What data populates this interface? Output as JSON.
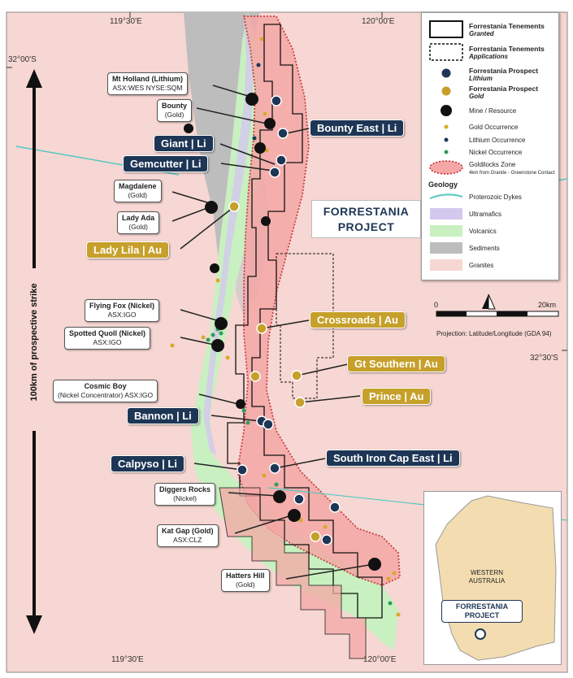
{
  "coordinates": {
    "lon_top_left": "119°30'E",
    "lon_top_right": "120°00'E",
    "lon_bottom_left": "119°30'E",
    "lon_bottom_right": "120°00'E",
    "lat_top": "32°00'S",
    "lat_mid": "32°30'S"
  },
  "strike": "100km of prospective strike",
  "project_title": [
    "FORRESTANIA",
    "PROJECT"
  ],
  "legend": {
    "tenements_granted": "Forrestania Tenements",
    "granted": "Granted",
    "tenements_applications": "Forrestania Tenements",
    "applications": "Applications",
    "prospect_lithium": "Forrestania Prospect",
    "lithium": "Lithium",
    "prospect_gold": "Forrestania Prospect",
    "gold": "Gold",
    "mine_resource": "Mine / Resource",
    "gold_occurrence": "Gold Occurrence",
    "lithium_occurrence": "Lithium Occurrence",
    "nickel_occurrence": "Nickel Occurrence",
    "goldilocks_zone": "Goldilocks Zone",
    "goldilocks_note": "4km from Granite - Greenstone Contact",
    "geology": "Geology",
    "proterozoic_dykes": "Proterozoic Dykes",
    "ultramafics": "Ultramafics",
    "volcanics": "Volcanics",
    "sediments": "Sediments",
    "granites": "Granites"
  },
  "colors": {
    "granite": "#f7d7d3",
    "sediment": "#bdbdbd",
    "volcanic": "#c8f0c0",
    "ultramafic": "#d3c8ee",
    "tenement": "#f4a7a6",
    "lithium_tag": "#1e3655",
    "gold_tag": "#c6a02a",
    "goldilocks_line": "#c0262a",
    "dyke": "#54c7c2"
  },
  "scale": {
    "start": "0",
    "end": "20km",
    "projection": "Projection: Latitude/Longitude (GDA 94)"
  },
  "labels": {
    "mt_holland": {
      "title": "Mt Holland (Lithium)",
      "sub": "ASX:WES NYSE:SQM"
    },
    "bounty": {
      "title": "Bounty",
      "sub": "(Gold)"
    },
    "magdalene": {
      "title": "Magdalene",
      "sub": "(Gold)"
    },
    "lady_ada": {
      "title": "Lady Ada",
      "sub": "(Gold)"
    },
    "flying_fox": {
      "title": "Flying Fox (Nickel)",
      "sub": "ASX:IGO"
    },
    "spotted_quoll": {
      "title": "Spotted Quoll (Nickel)",
      "sub": "ASX:IGO"
    },
    "cosmic_boy": {
      "title": "Cosmic Boy",
      "sub": "(Nickel Concentrator) ASX:IGO"
    },
    "diggers_rocks": {
      "title": "Diggers Rocks",
      "sub": "(Nickel)"
    },
    "kat_gap": {
      "title": "Kat Gap (Gold)",
      "sub": "ASX:CLZ"
    },
    "hatters_hill": {
      "title": "Hatters Hill",
      "sub": "(Gold)"
    }
  },
  "tags": {
    "bounty_east": "Bounty East | Li",
    "giant": "Giant | Li",
    "gemcutter": "Gemcutter | Li",
    "lady_lila": "Lady Lila | Au",
    "crossroads": "Crossroads | Au",
    "gt_southern": "Gt Southern | Au",
    "prince": "Prince | Au",
    "bannon": "Bannon | Li",
    "calpyso": "Calpyso | Li",
    "south_iron_cap_east": "South Iron Cap East | Li"
  },
  "inset": {
    "country_1": "WESTERN",
    "country_2": "AUSTRALIA",
    "project_1": "FORRESTANIA",
    "project_2": "PROJECT"
  }
}
